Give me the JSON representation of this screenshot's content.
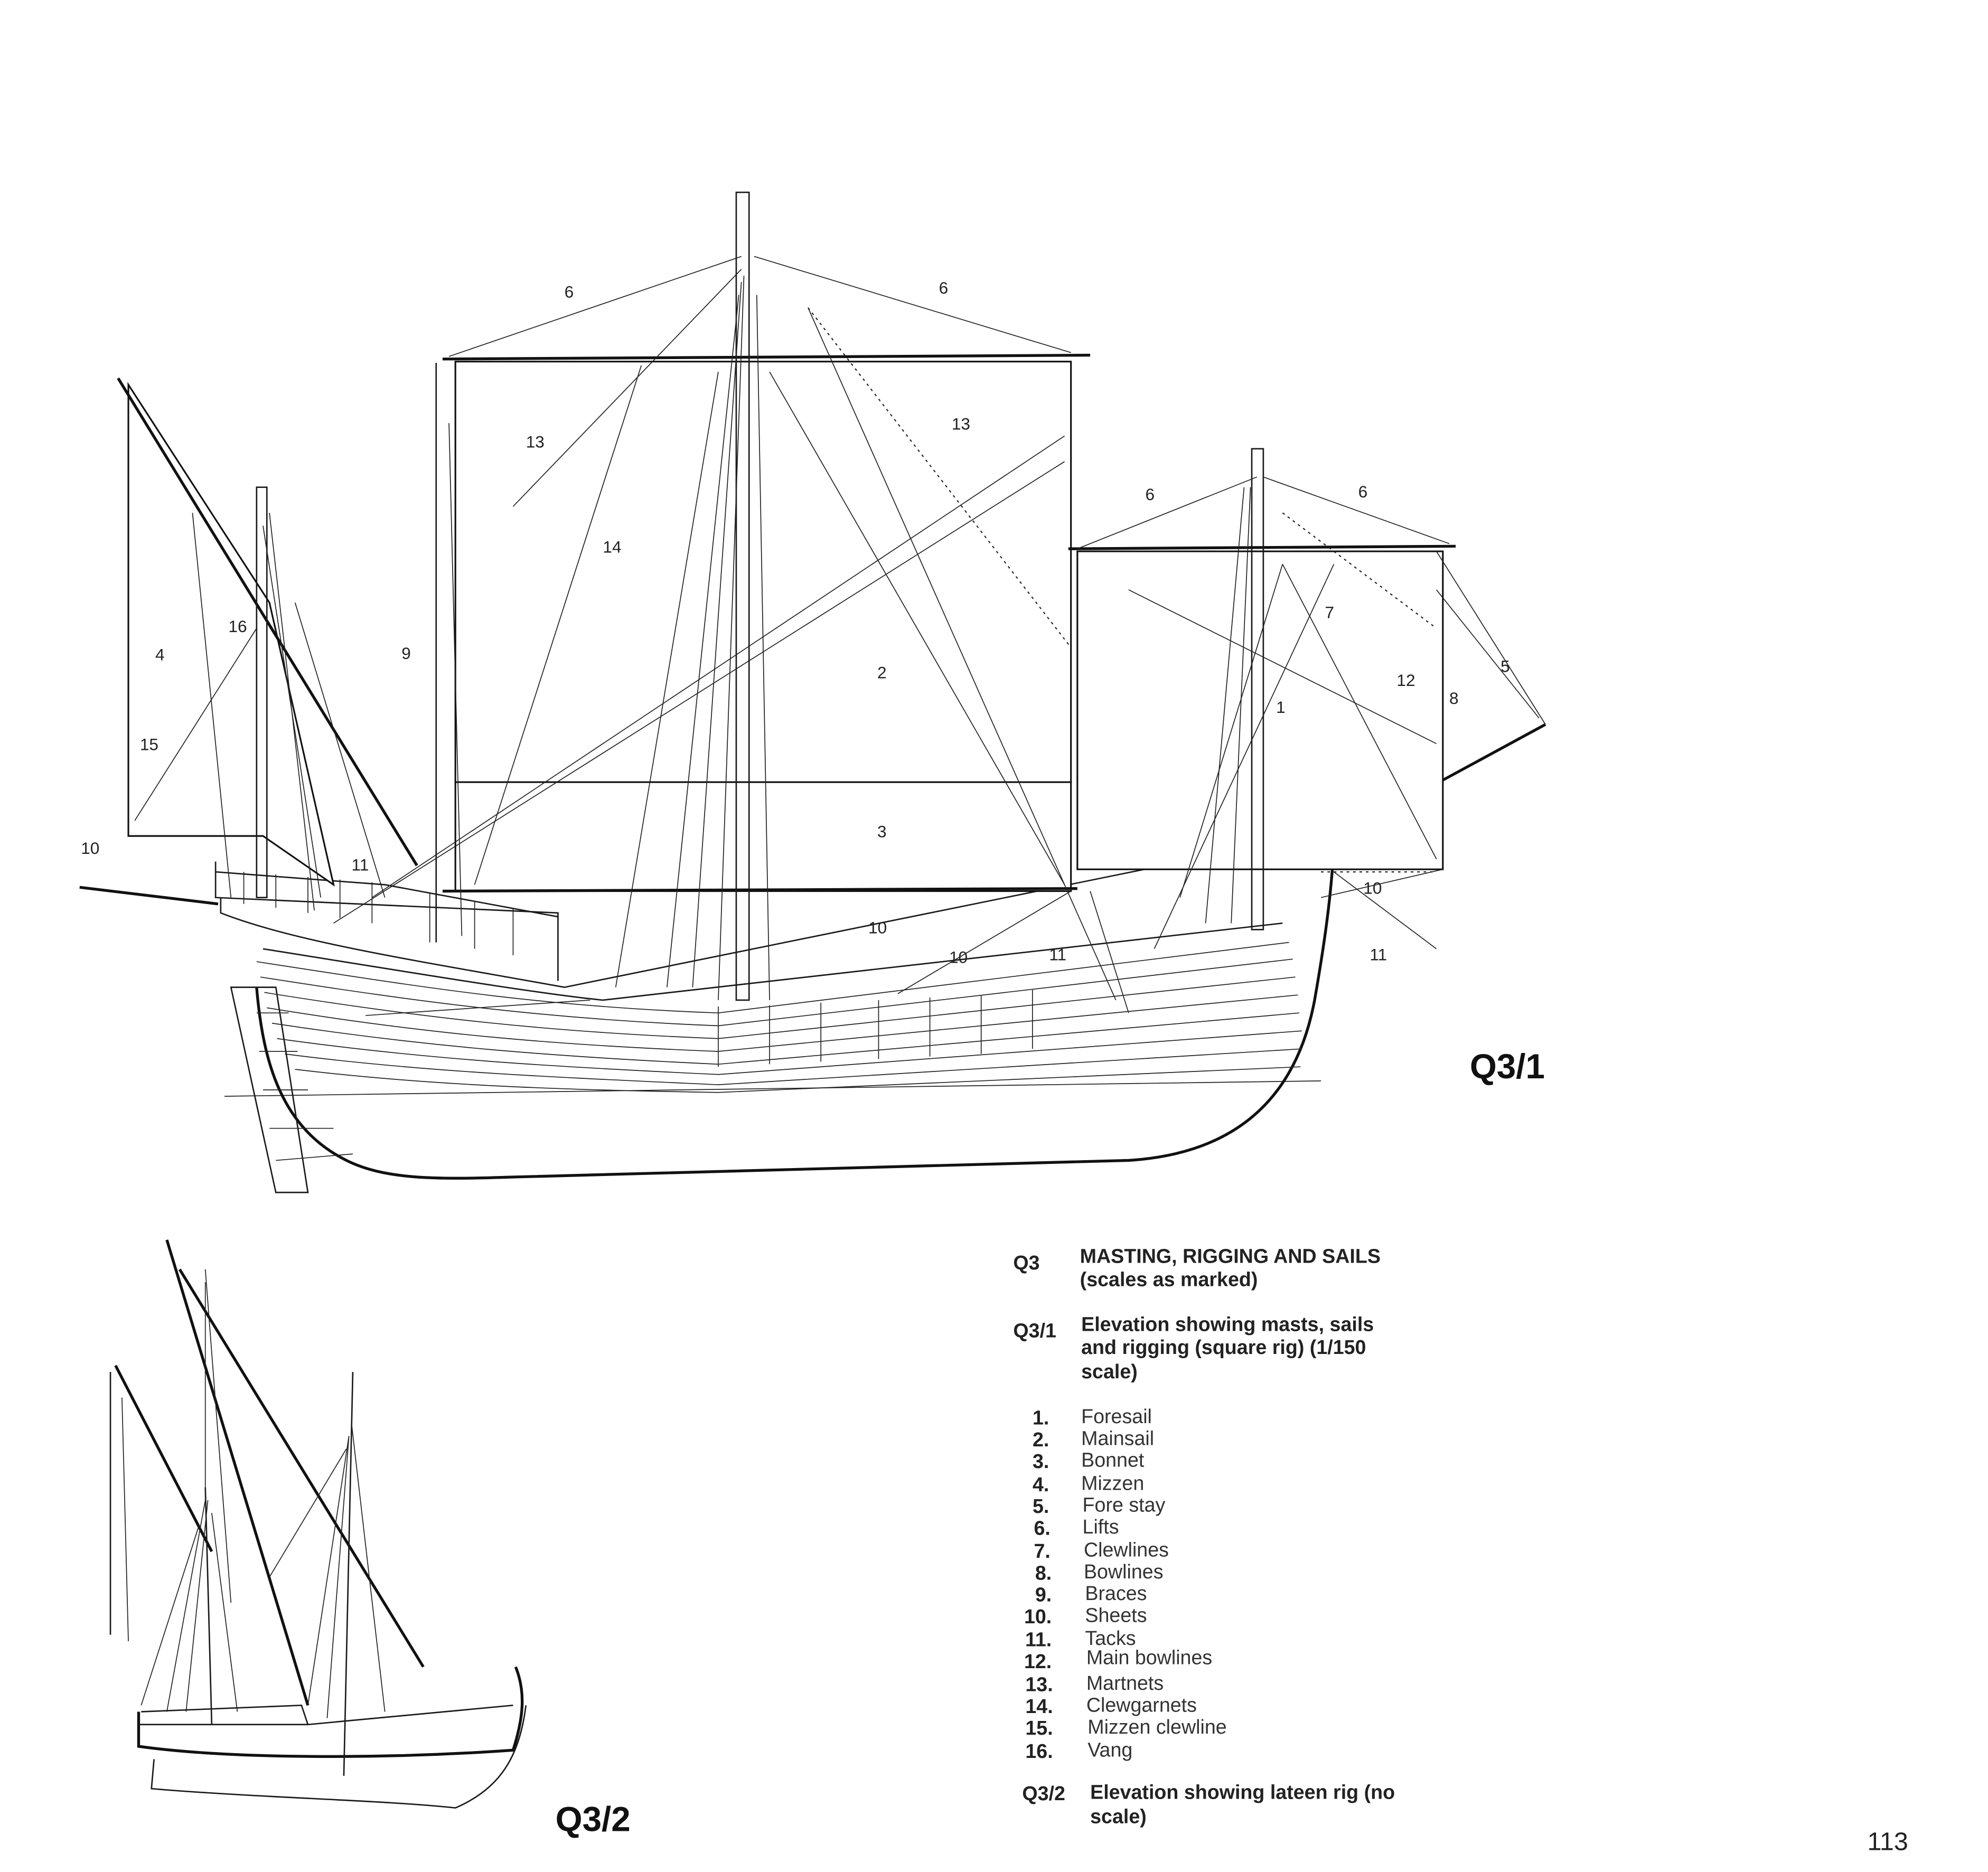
{
  "figures": {
    "q3_1_label": "Q3/1",
    "q3_2_label": "Q3/2"
  },
  "drawing": {
    "callouts": [
      "6",
      "6",
      "13",
      "13",
      "14",
      "9",
      "4",
      "16",
      "15",
      "10",
      "11",
      "2",
      "3",
      "10",
      "10",
      "11",
      "6",
      "6",
      "7",
      "12",
      "8",
      "5",
      "1",
      "10",
      "11"
    ]
  },
  "caption": {
    "q3": {
      "code": "Q3",
      "lines": [
        "MASTING, RIGGING AND SAILS",
        "(scales as marked)"
      ]
    },
    "q3_1": {
      "code": "Q3/1",
      "lines": [
        "Elevation showing masts, sails",
        "and rigging (square rig) (1/150",
        "scale)"
      ]
    },
    "legend": [
      {
        "num": "1.",
        "label": "Foresail"
      },
      {
        "num": "2.",
        "label": "Mainsail"
      },
      {
        "num": "3.",
        "label": "Bonnet"
      },
      {
        "num": "4.",
        "label": "Mizzen"
      },
      {
        "num": "5.",
        "label": "Fore stay"
      },
      {
        "num": "6.",
        "label": "Lifts"
      },
      {
        "num": "7.",
        "label": "Clewlines"
      },
      {
        "num": "8.",
        "label": "Bowlines"
      },
      {
        "num": "9.",
        "label": "Braces"
      },
      {
        "num": "10.",
        "label": "Sheets"
      },
      {
        "num": "11.",
        "label": "Tacks"
      },
      {
        "num": "12.",
        "label": "Main bowlines"
      },
      {
        "num": "13.",
        "label": "Martnets"
      },
      {
        "num": "14.",
        "label": "Clewgarnets"
      },
      {
        "num": "15.",
        "label": "Mizzen clewline"
      },
      {
        "num": "16.",
        "label": "Vang"
      }
    ],
    "q3_2": {
      "code": "Q3/2",
      "lines": [
        "Elevation showing lateen rig (no",
        "scale)"
      ]
    }
  },
  "page_number": "113"
}
